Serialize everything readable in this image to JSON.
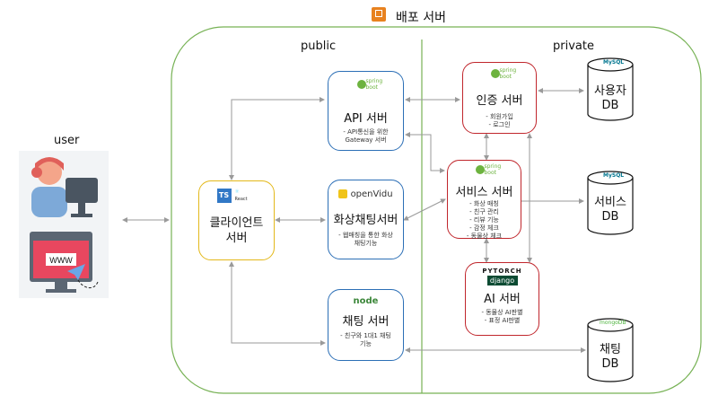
{
  "header": {
    "title": "배포 서버",
    "aws_icon": "aws-ec2-icon"
  },
  "zones": {
    "public": "public",
    "private": "private"
  },
  "user": {
    "label": "user",
    "icons": [
      "person-at-computer-icon",
      "web-browser-icon"
    ]
  },
  "client": {
    "title": "클라이언트\n서버",
    "logo_text": "TS",
    "logo_sub": "React"
  },
  "api": {
    "title": "API 서버",
    "desc": [
      "API통신을 위한 Gateway 서버"
    ],
    "logo": "spring boot"
  },
  "video": {
    "title": "화상채팅서버",
    "logo_text": "openVidu",
    "desc": [
      "웹매칭을 통한 화상 채팅기능"
    ]
  },
  "chat": {
    "title": "채팅 서버",
    "logo_text": "node",
    "desc": [
      "친구와 1대1 채팅기능"
    ]
  },
  "auth": {
    "title": "인증 서버",
    "desc": [
      "회원가입",
      "로그인"
    ],
    "logo": "spring boot"
  },
  "service": {
    "title": "서비스 서버",
    "desc": [
      "화상 매칭",
      "친구 관리",
      "리뷰 기능",
      "감정 체크",
      "동물상 체크"
    ],
    "logo": "spring boot"
  },
  "ai": {
    "title": "AI 서버",
    "logo_top": "PYTORCH",
    "logo_bottom": "django",
    "desc": [
      "동물상 AI판별",
      "표정 AI판별"
    ]
  },
  "dbs": {
    "user": {
      "label": "사용자\nDB",
      "logo": "MySQL"
    },
    "service": {
      "label": "서비스\nDB",
      "logo": "MySQL"
    },
    "chat": {
      "label": "채팅\nDB",
      "logo": "mongoDB"
    }
  },
  "colors": {
    "public_border": "#77b255",
    "blue_box": "#2c6fb6",
    "red_box": "#c0262c",
    "yellow_box": "#e3b81a",
    "arrow": "#9a9a9a"
  }
}
